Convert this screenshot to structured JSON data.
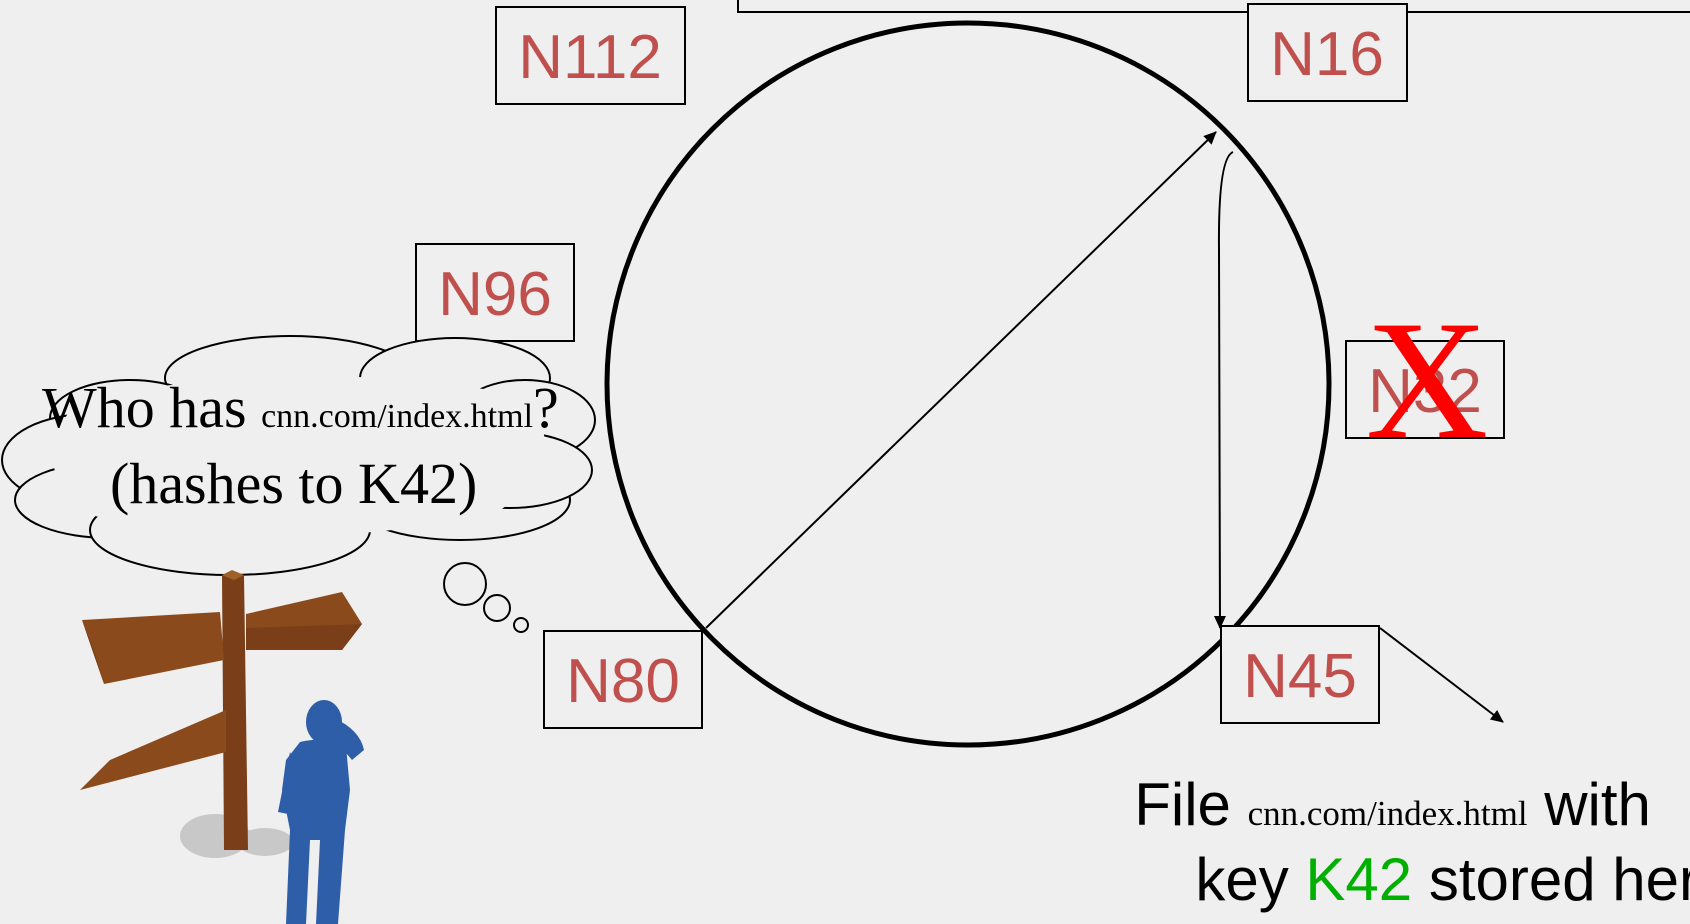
{
  "nodes": [
    {
      "id": "n112",
      "label": "N112"
    },
    {
      "id": "n16",
      "label": "N16"
    },
    {
      "id": "n96",
      "label": "N96"
    },
    {
      "id": "n32",
      "label": "N32"
    },
    {
      "id": "n80",
      "label": "N80"
    },
    {
      "id": "n45",
      "label": "N45"
    }
  ],
  "failed_marker": "X",
  "query": {
    "prefix": "Who has ",
    "url": "cnn.com/index.html",
    "suffix": "?",
    "line2": "(hashes to K42)"
  },
  "caption": {
    "file_word": "File ",
    "url": "cnn.com/index.html",
    "with_word": " with",
    "key_word": "key ",
    "key_id": "K42",
    "stored_text": " stored here"
  },
  "colors": {
    "node_label": "#c0504d",
    "failed_marker": "#ff0000",
    "key_highlight": "#00b000",
    "signpost": "#8b4a1c",
    "person": "#2e5ea8"
  }
}
